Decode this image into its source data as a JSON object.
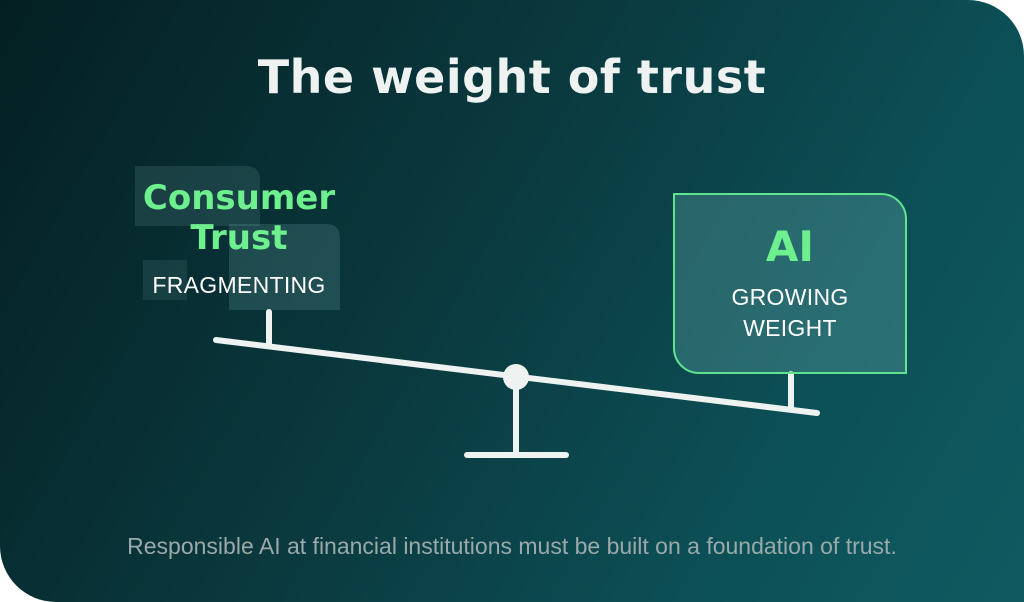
{
  "title": "The weight of trust",
  "left": {
    "label_line1": "Consumer",
    "label_line2": "Trust",
    "status": "FRAGMENTING"
  },
  "right": {
    "label": "AI",
    "status_line1": "GROWING",
    "status_line2": "WEIGHT"
  },
  "footer": "Responsible AI at financial institutions must be built on a foundation of trust.",
  "colors": {
    "accent_green": "#6ef08e",
    "box_border": "#5fe38c",
    "background_dark": "#041f22",
    "background_teal": "#0f5a61",
    "beam": "#eef3f1"
  }
}
